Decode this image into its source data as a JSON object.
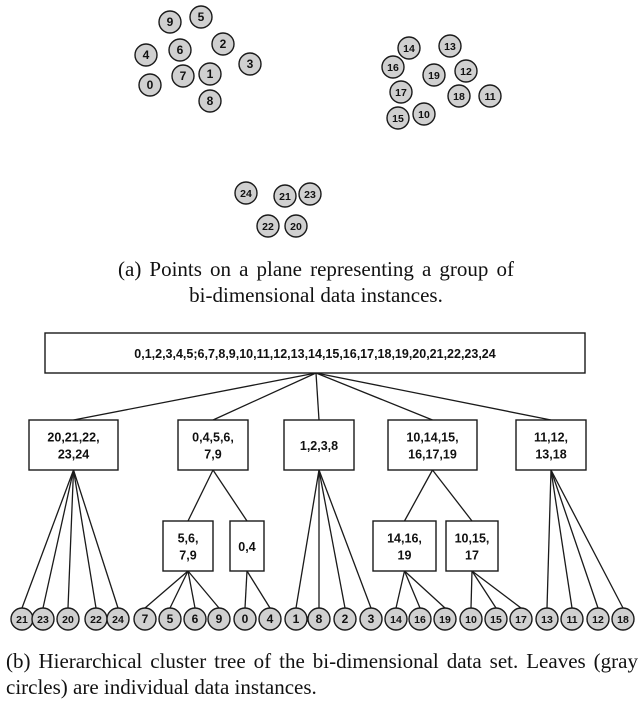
{
  "scatter": {
    "points": [
      {
        "id": "0",
        "label": "0"
      },
      {
        "id": "1",
        "label": "1"
      },
      {
        "id": "2",
        "label": "2"
      },
      {
        "id": "3",
        "label": "3"
      },
      {
        "id": "4",
        "label": "4"
      },
      {
        "id": "5",
        "label": "5"
      },
      {
        "id": "6",
        "label": "6"
      },
      {
        "id": "7",
        "label": "7"
      },
      {
        "id": "8",
        "label": "8"
      },
      {
        "id": "9",
        "label": "9"
      },
      {
        "id": "10",
        "label": "10"
      },
      {
        "id": "11",
        "label": "11"
      },
      {
        "id": "12",
        "label": "12"
      },
      {
        "id": "13",
        "label": "13"
      },
      {
        "id": "14",
        "label": "14"
      },
      {
        "id": "15",
        "label": "15"
      },
      {
        "id": "16",
        "label": "16"
      },
      {
        "id": "17",
        "label": "17"
      },
      {
        "id": "18",
        "label": "18"
      },
      {
        "id": "19",
        "label": "19"
      },
      {
        "id": "20",
        "label": "20"
      },
      {
        "id": "21",
        "label": "21"
      },
      {
        "id": "22",
        "label": "22"
      },
      {
        "id": "23",
        "label": "23"
      },
      {
        "id": "24",
        "label": "24"
      }
    ]
  },
  "tree": {
    "root": {
      "id": "root",
      "lines": [
        "0,1,2,3,4,5;6,7,8,9,10,11,12,13,14,15,16,17,18,19,20,21,22,23,24"
      ]
    },
    "level1": [
      {
        "id": "c1",
        "lines": [
          "20,21,22,",
          "23,24"
        ]
      },
      {
        "id": "c2",
        "lines": [
          "0,4,5,6,",
          "7,9"
        ]
      },
      {
        "id": "c3",
        "lines": [
          "1,2,3,8"
        ]
      },
      {
        "id": "c4",
        "lines": [
          "10,14,15,",
          "16,17,19"
        ]
      },
      {
        "id": "c5",
        "lines": [
          "11,12,",
          "13,18"
        ]
      }
    ],
    "level2": [
      {
        "id": "c2a",
        "parent": "c2",
        "lines": [
          "5,6,",
          "7,9"
        ]
      },
      {
        "id": "c2b",
        "parent": "c2",
        "lines": [
          "0,4"
        ]
      },
      {
        "id": "c4a",
        "parent": "c4",
        "lines": [
          "14,16,",
          "19"
        ]
      },
      {
        "id": "c4b",
        "parent": "c4",
        "lines": [
          "10,15,",
          "17"
        ]
      }
    ],
    "leaves": [
      {
        "parent": "c1",
        "label": "21"
      },
      {
        "parent": "c1",
        "label": "23"
      },
      {
        "parent": "c1",
        "label": "20"
      },
      {
        "parent": "c1",
        "label": "22"
      },
      {
        "parent": "c1",
        "label": "24"
      },
      {
        "parent": "c2a",
        "label": "7"
      },
      {
        "parent": "c2a",
        "label": "5"
      },
      {
        "parent": "c2a",
        "label": "6"
      },
      {
        "parent": "c2a",
        "label": "9"
      },
      {
        "parent": "c2b",
        "label": "0"
      },
      {
        "parent": "c2b",
        "label": "4"
      },
      {
        "parent": "c3",
        "label": "1"
      },
      {
        "parent": "c3",
        "label": "8"
      },
      {
        "parent": "c3",
        "label": "2"
      },
      {
        "parent": "c3",
        "label": "3"
      },
      {
        "parent": "c4a",
        "label": "14"
      },
      {
        "parent": "c4a",
        "label": "16"
      },
      {
        "parent": "c4a",
        "label": "19"
      },
      {
        "parent": "c4b",
        "label": "10"
      },
      {
        "parent": "c4b",
        "label": "15"
      },
      {
        "parent": "c4b",
        "label": "17"
      },
      {
        "parent": "c5",
        "label": "13"
      },
      {
        "parent": "c5",
        "label": "11"
      },
      {
        "parent": "c5",
        "label": "12"
      },
      {
        "parent": "c5",
        "label": "18"
      }
    ]
  },
  "captions": {
    "a": "(a) Points on a plane representing a group of bi-dimensional data instances.",
    "b": "(b) Hierarchical cluster tree of the bi-dimensional data set. Leaves (gray circles) are individual data instances."
  },
  "colors": {
    "leaf_fill": "#d0d0d0",
    "stroke": "#1a1a1a",
    "text": "#111111"
  }
}
